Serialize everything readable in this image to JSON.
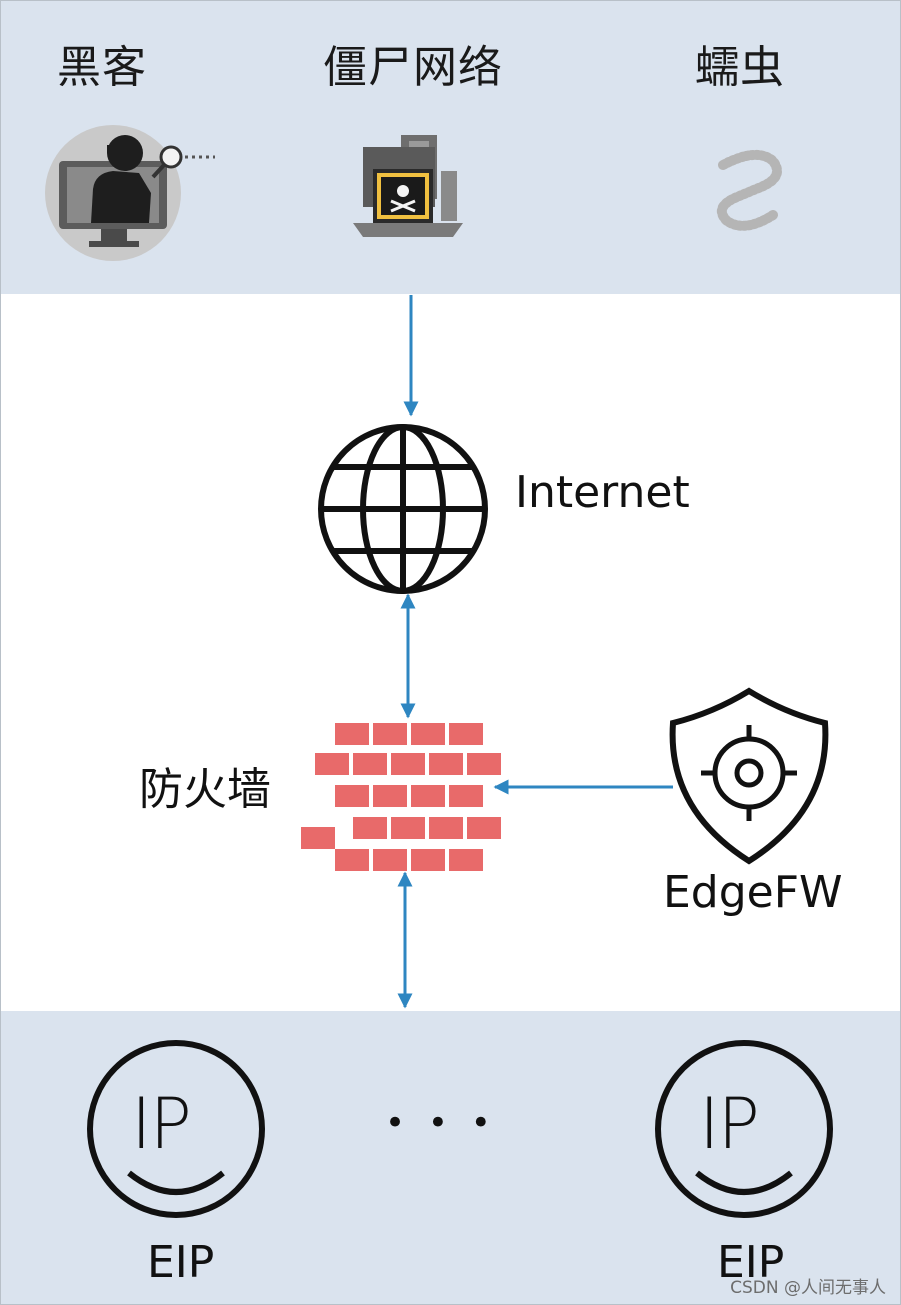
{
  "threats": {
    "hacker": "黑客",
    "botnet": "僵尸网络",
    "worm": "蠕虫"
  },
  "nodes": {
    "internet": "Internet",
    "firewall": "防火墙",
    "edgefw": "EdgeFW",
    "eip_left_icon": "IP",
    "eip_right_icon": "IP",
    "eip_left": "EIP",
    "eip_right": "EIP",
    "ellipsis": "• • •"
  },
  "colors": {
    "band": "#dae3ee",
    "arrow": "#2e86c1",
    "brick": "#e86a6a",
    "outline": "#111111"
  },
  "watermark": "CSDN @人间无事人"
}
